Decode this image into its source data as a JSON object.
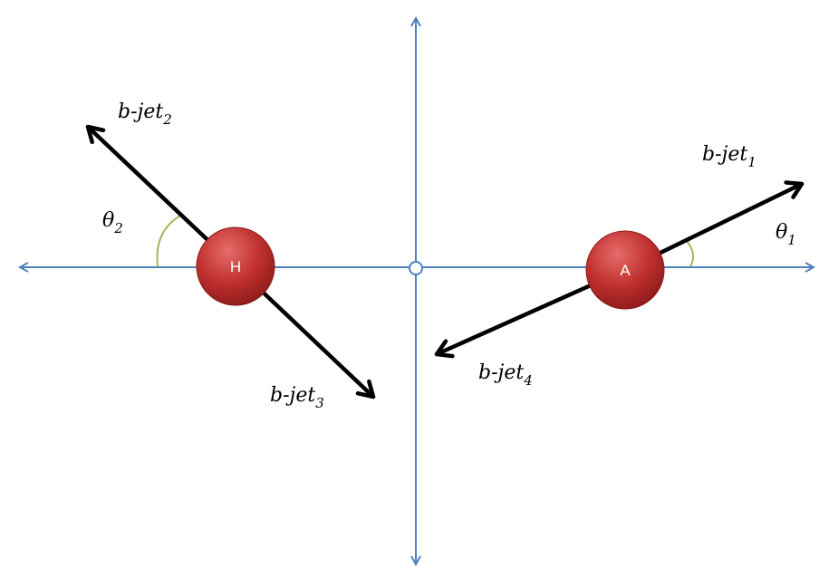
{
  "colors": {
    "axis": "#4f81bd",
    "arrow": "#000000",
    "angle_arc": "#9bbb59",
    "particle_fill": "#c0302f",
    "particle_dark": "#8b1a1a",
    "particle_light": "#e56d6a",
    "text": "#000000"
  },
  "particles": {
    "h": {
      "label": "H"
    },
    "a": {
      "label": "A"
    }
  },
  "jets": {
    "jet1": {
      "base": "b-jet",
      "sub": "1"
    },
    "jet2": {
      "base": "b-jet",
      "sub": "2"
    },
    "jet3": {
      "base": "b-jet",
      "sub": "3"
    },
    "jet4": {
      "base": "b-jet",
      "sub": "4"
    }
  },
  "angles": {
    "theta1": {
      "base": "θ",
      "sub": "1"
    },
    "theta2": {
      "base": "θ",
      "sub": "2"
    }
  }
}
